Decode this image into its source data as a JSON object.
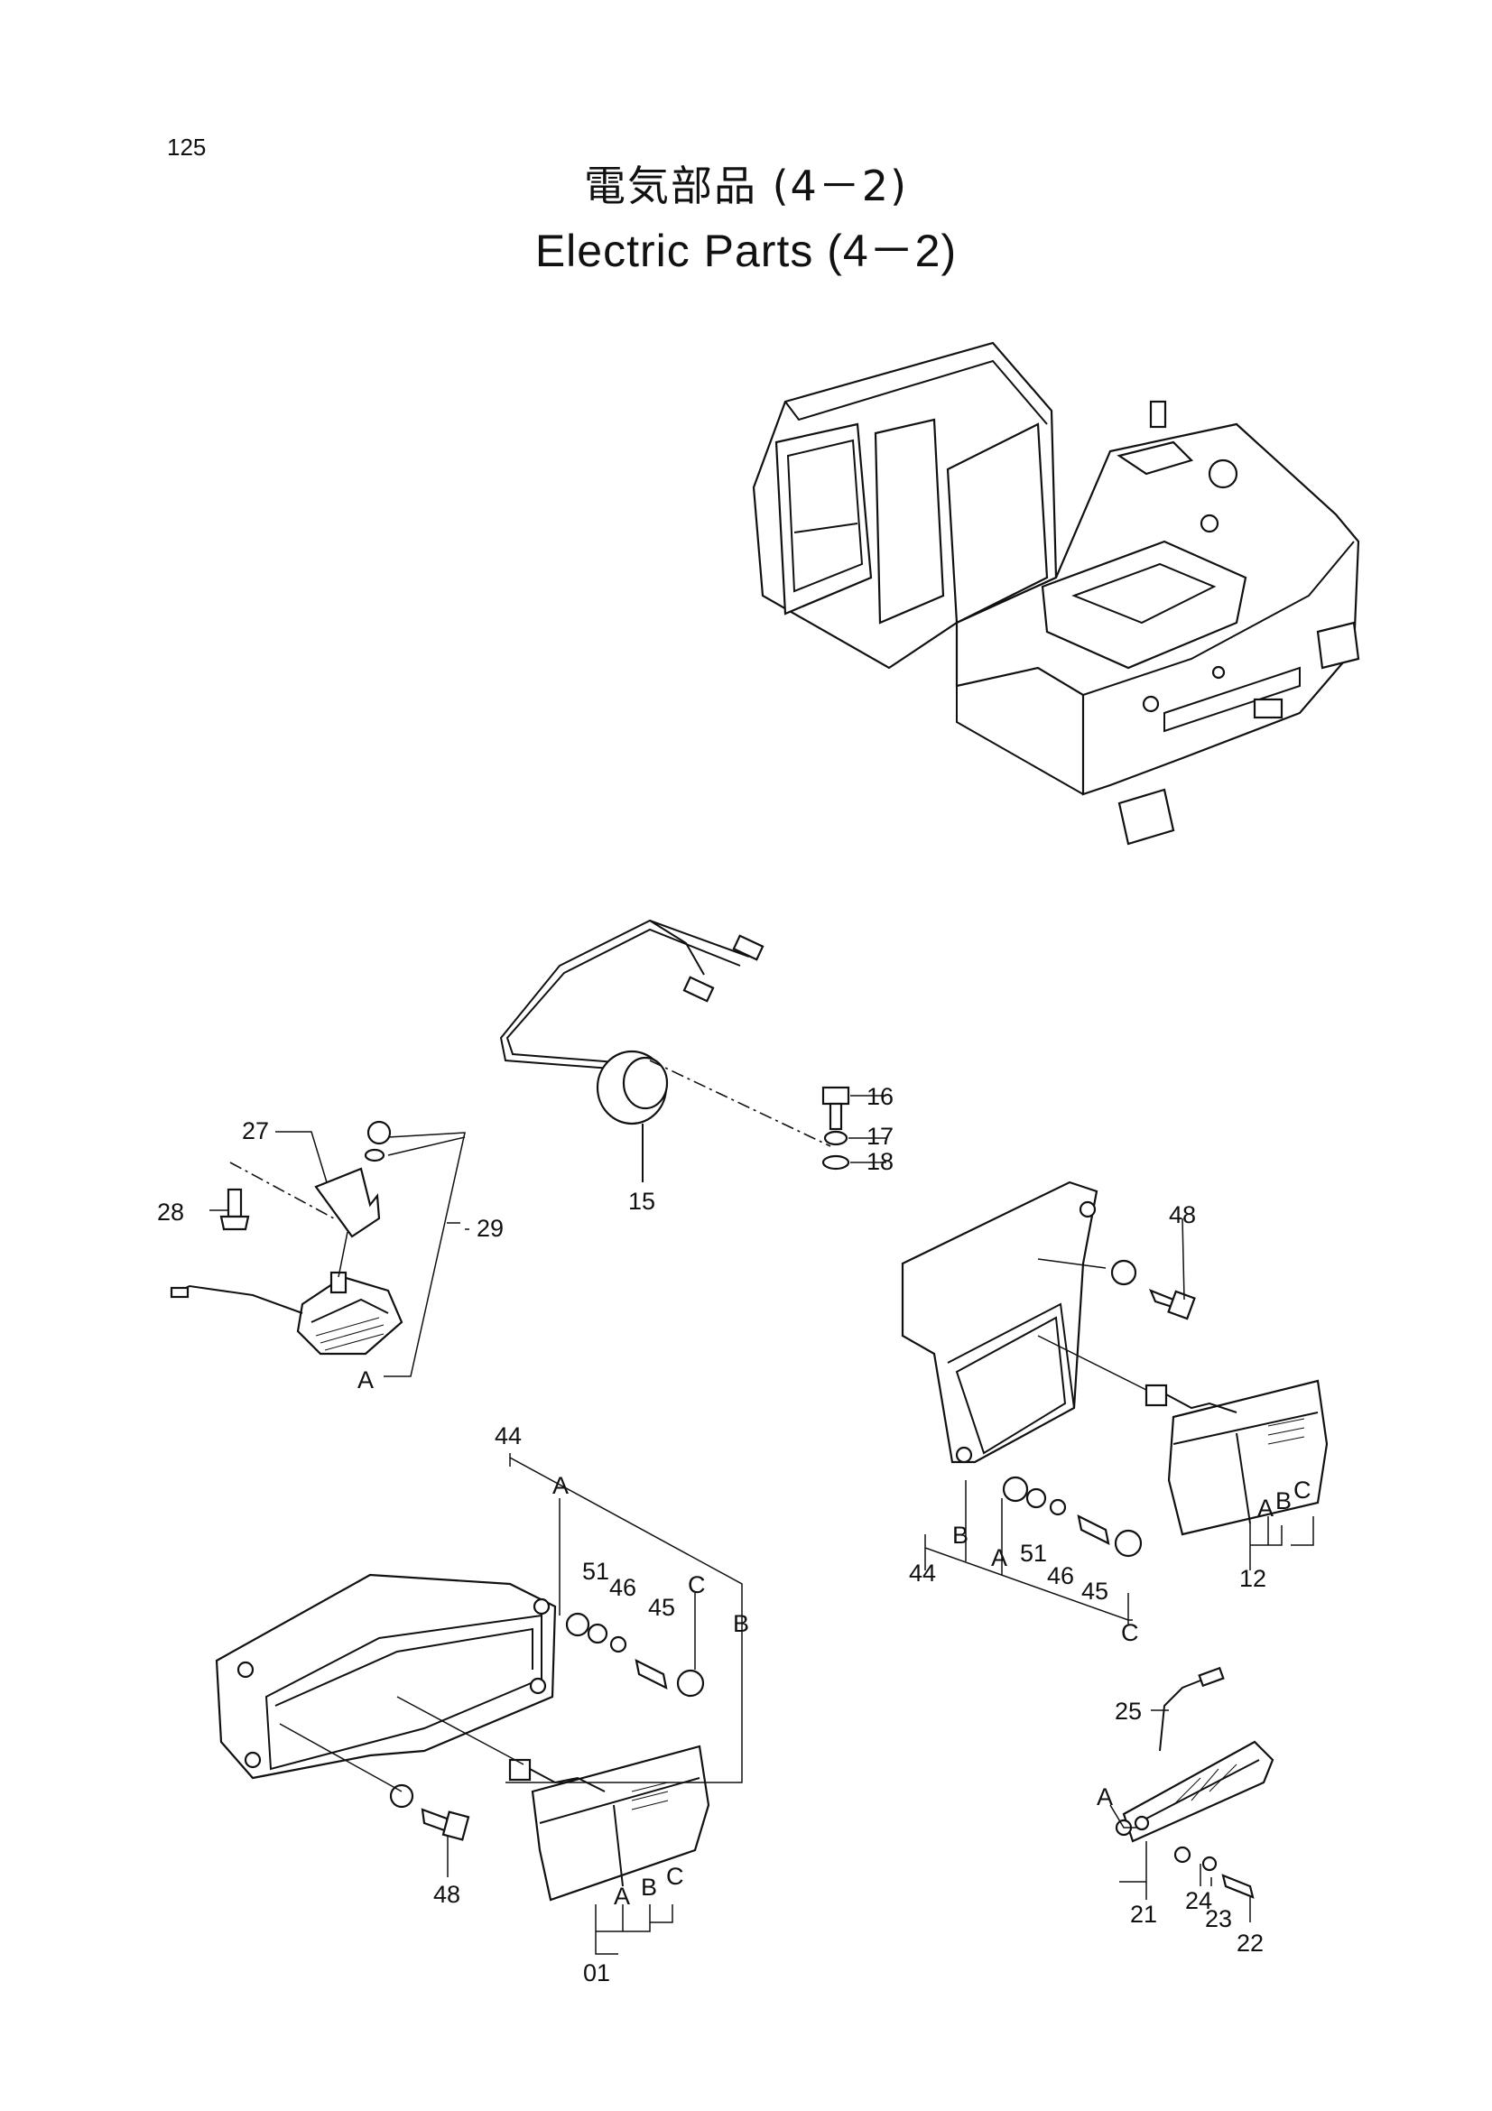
{
  "page_number": "125",
  "title_jp": "電気部品 (4－2)",
  "title_en": "Electric Parts (4－2)",
  "labels": {
    "p01": "01",
    "p12": "12",
    "p15": "15",
    "p16": "16",
    "p17": "17",
    "p18": "18",
    "p21": "21",
    "p22": "22",
    "p23": "23",
    "p24": "24",
    "p25": "25",
    "p27": "27",
    "p28": "28",
    "p29": "29",
    "p44a": "44",
    "p44b": "44",
    "p45a": "45",
    "p45b": "45",
    "p46a": "46",
    "p46b": "46",
    "p48a": "48",
    "p48b": "48",
    "p51a": "51",
    "p51b": "51",
    "A": "A",
    "B": "B",
    "C": "C"
  }
}
